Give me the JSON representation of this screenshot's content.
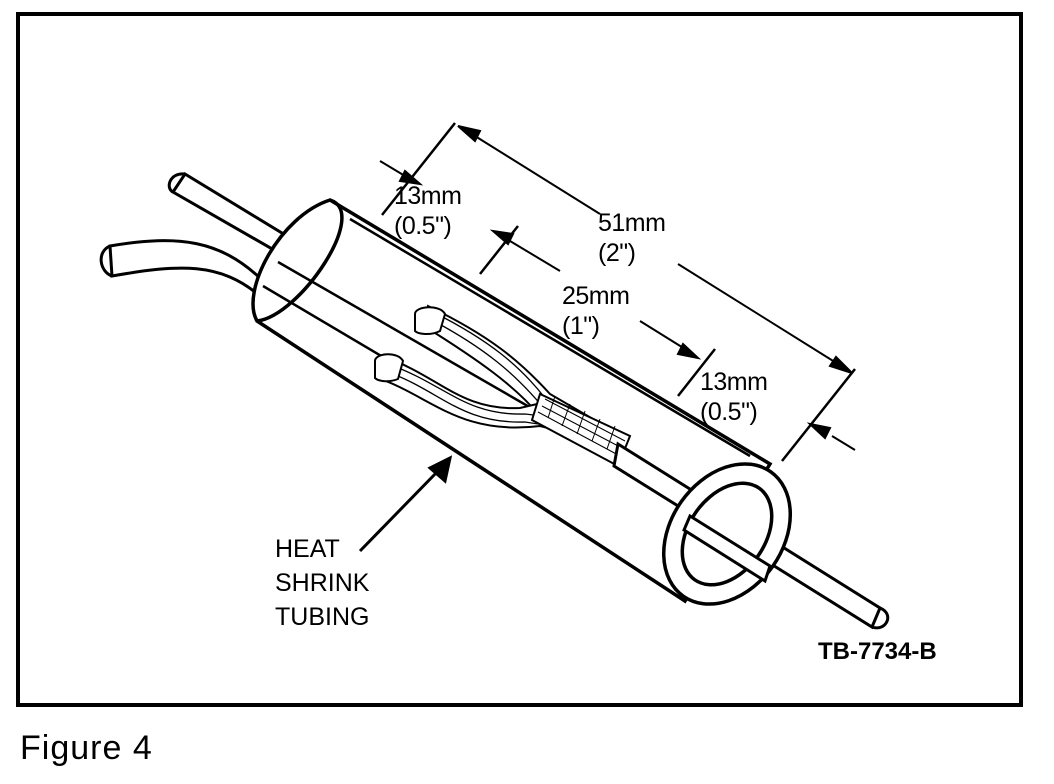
{
  "dimensions": {
    "overall": {
      "metric": "51mm",
      "imperial": "(2\")"
    },
    "end_left": {
      "metric": "13mm",
      "imperial": "(0.5\")"
    },
    "center": {
      "metric": "25mm",
      "imperial": "(1\")"
    },
    "end_right": {
      "metric": "13mm",
      "imperial": "(0.5\")"
    }
  },
  "callout": {
    "lines": [
      "HEAT",
      "SHRINK",
      "TUBING"
    ]
  },
  "reference_code": "TB-7734-B",
  "caption": "Figure 4"
}
